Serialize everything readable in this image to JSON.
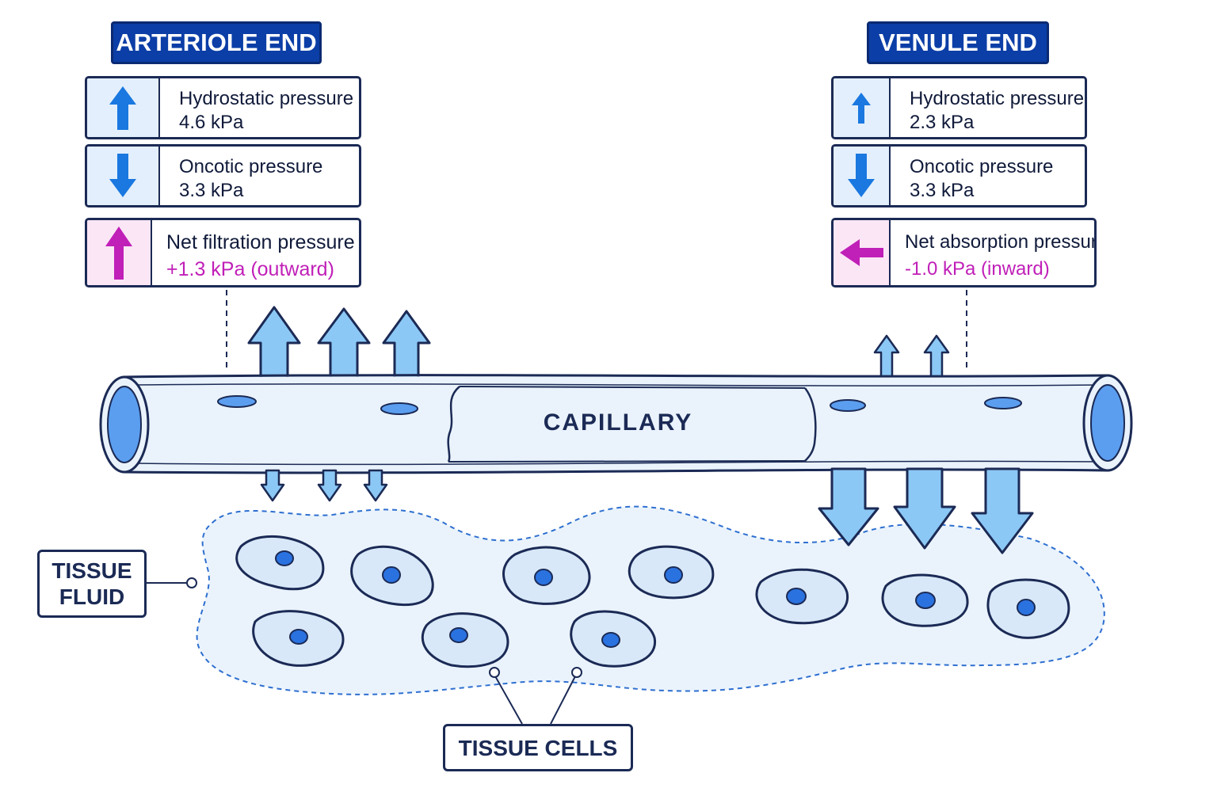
{
  "arteriole": {
    "title": "ARTERIOLE END",
    "hydrostatic": {
      "label": "Hydrostatic pressure",
      "value": "4.6 kPa"
    },
    "oncotic": {
      "label": "Oncotic pressure",
      "value": "3.3 kPa"
    },
    "net": {
      "label": "Net filtration pressure",
      "value": "+1.3 kPa (outward)"
    }
  },
  "venule": {
    "title": "VENULE END",
    "hydrostatic": {
      "label": "Hydrostatic pressure",
      "value": "2.3 kPa"
    },
    "oncotic": {
      "label": "Oncotic pressure",
      "value": "3.3 kPa"
    },
    "net": {
      "label": "Net absorption pressure",
      "value": "-1.0 kPa (inward)"
    }
  },
  "capillary": {
    "label": "CAPILLARY"
  },
  "tissue_fluid": {
    "line1": "TISSUE",
    "line2": "FLUID"
  },
  "tissue_cells": {
    "label": "TISSUE CELLS"
  },
  "colors": {
    "dark_blue": "#0b3ea6",
    "arrow_blue": "#1a78e0",
    "magenta": "#c01fb8",
    "light_blue": "#8cc8f5",
    "fluid": "#eaf3fc"
  },
  "icons": [
    "arrow-up-icon",
    "arrow-down-icon",
    "arrow-left-icon"
  ]
}
